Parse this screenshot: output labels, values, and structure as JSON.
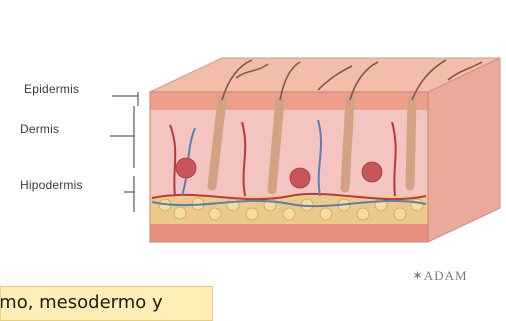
{
  "labels": {
    "epidermis": "Epidermis",
    "dermis": "Dermis",
    "hipodermis": "Hipodermis"
  },
  "caption": "ermo, mesodermo y",
  "brand": "✶ADAM",
  "colors": {
    "epidermis": "#f0b2a0",
    "dermis": "#f3c4c0",
    "hipodermis": "#eccb8a",
    "muscle": "#e88f80",
    "hair": "#7b5b4b",
    "vessel_red": "#b83a3a",
    "vessel_blue": "#5b7fb0",
    "caption_bg": "#fdeeb5"
  }
}
